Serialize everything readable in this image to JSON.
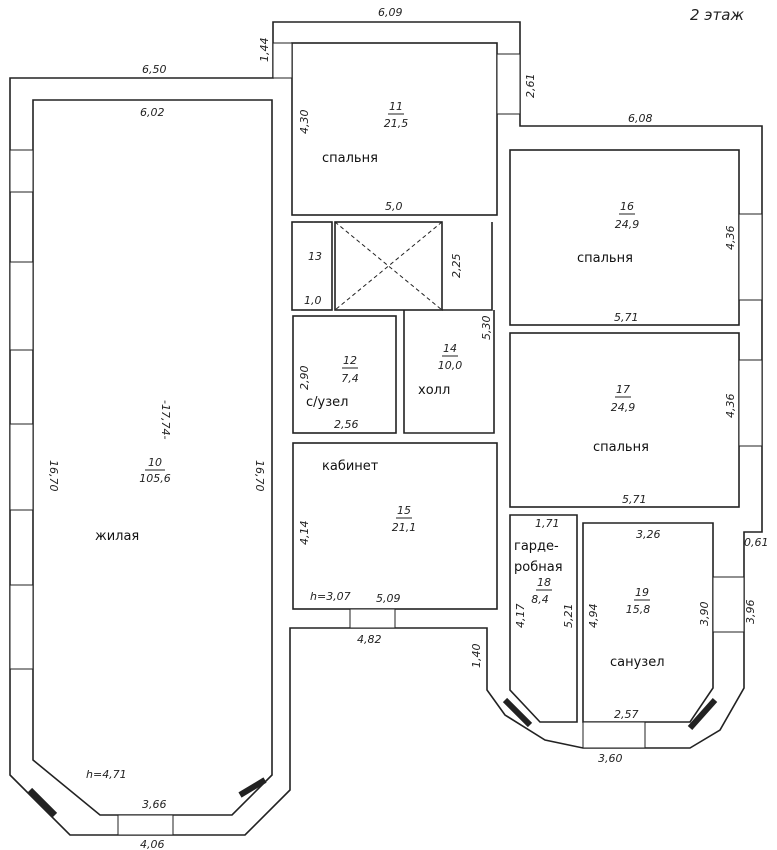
{
  "floor_label": "2 этаж",
  "rooms": [
    {
      "number": "10",
      "area": "105,6",
      "name": "жилая",
      "height": "h=4,71"
    },
    {
      "number": "11",
      "area": "21,5",
      "name": "спальня"
    },
    {
      "number": "12",
      "area": "7,4",
      "name": "с/узел"
    },
    {
      "number": "13",
      "area": "",
      "name": ""
    },
    {
      "number": "14",
      "area": "10,0",
      "name": "холл"
    },
    {
      "number": "15",
      "area": "21,1",
      "name": "кабинет",
      "height": "h=3,07"
    },
    {
      "number": "16",
      "area": "24,9",
      "name": "спальня"
    },
    {
      "number": "17",
      "area": "24,9",
      "name": "спальня"
    },
    {
      "number": "18",
      "area": "8,4",
      "name_line1": "гарде-",
      "name_line2": "робная"
    },
    {
      "number": "19",
      "area": "15,8",
      "name": "санузел"
    }
  ],
  "dimensions": {
    "top_6_09": "6,09",
    "d_1_44": "1,44",
    "d_6_50": "6,50",
    "d_6_02": "6,02",
    "d_2_61": "2,61",
    "d_6_08": "6,08",
    "d_4_30": "4,30",
    "d_5_0": "5,0",
    "d_4_36a": "4,36",
    "d_2_25": "2,25",
    "d_1_0": "1,0",
    "d_5_71a": "5,71",
    "d_5_30": "5,30",
    "d_2_90": "2,90",
    "d_2_56": "2,56",
    "d_4_36b": "4,36",
    "d_17_74": "-17,74-",
    "d_16_70l": "16,70",
    "d_16_70r": "16,70",
    "d_4_14": "4,14",
    "d_5_09": "5,09",
    "d_5_71b": "5,71",
    "d_1_71": "1,71",
    "d_3_26": "3,26",
    "d_0_61": "0,61",
    "d_4_82": "4,82",
    "d_1_40": "1,40",
    "d_4_17": "4,17",
    "d_5_21": "5,21",
    "d_4_94": "4,94",
    "d_3_90": "3,90",
    "d_3_96": "3,96",
    "d_2_57": "2,57",
    "d_3_60": "3,60",
    "d_3_66": "3,66",
    "d_4_06": "4,06"
  }
}
